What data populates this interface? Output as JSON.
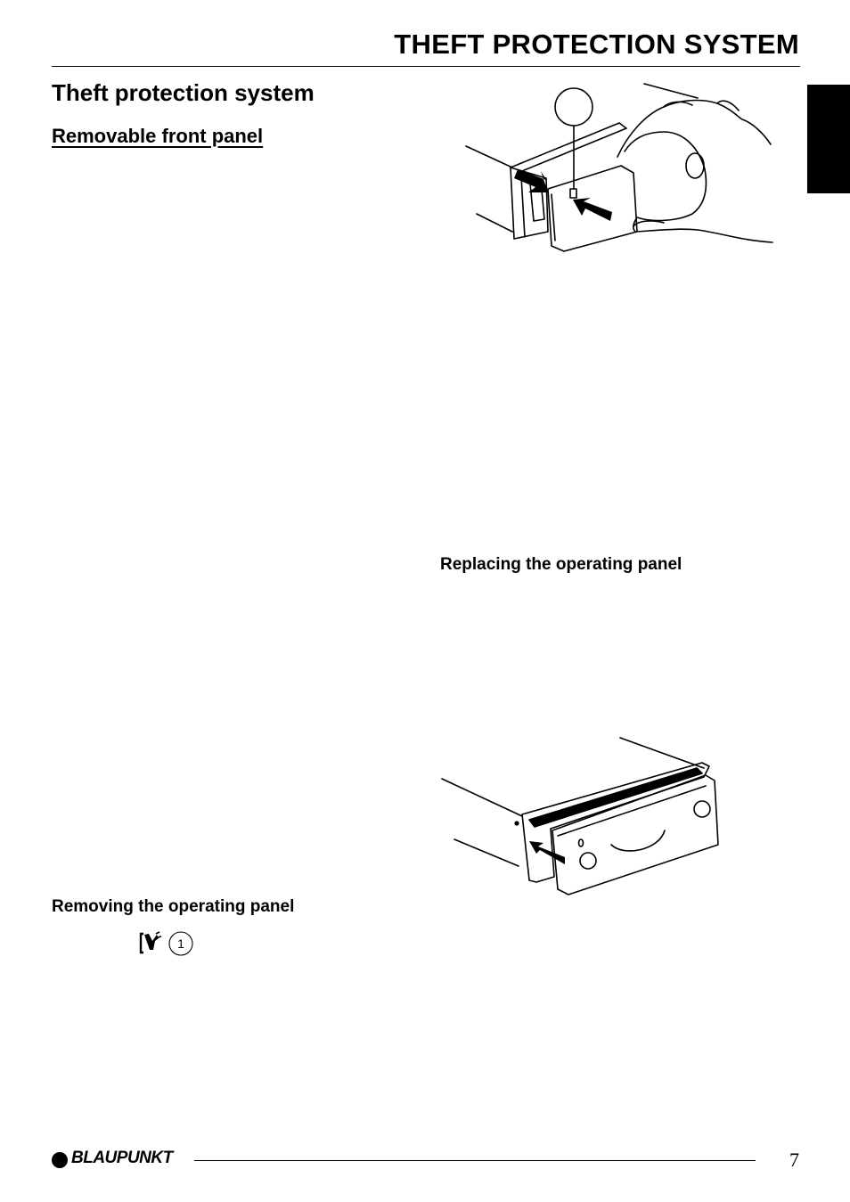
{
  "header": {
    "title": "THEFT PROTECTION SYSTEM"
  },
  "section": {
    "heading": "Theft protection system",
    "subheading": "Removable front panel"
  },
  "steps": {
    "replacing_heading": "Replacing the operating panel",
    "removing_heading": "Removing the operating panel",
    "release_button_number": "1",
    "release_button_icon": "panel-release-icon"
  },
  "figures": {
    "removal_callout_number": "",
    "removal": "panel-removal-illustration",
    "replace": "panel-replace-illustration"
  },
  "footer": {
    "brand": "BLAUPUNKT",
    "page_number": "7"
  },
  "colors": {
    "ink": "#000000",
    "paper": "#ffffff"
  }
}
